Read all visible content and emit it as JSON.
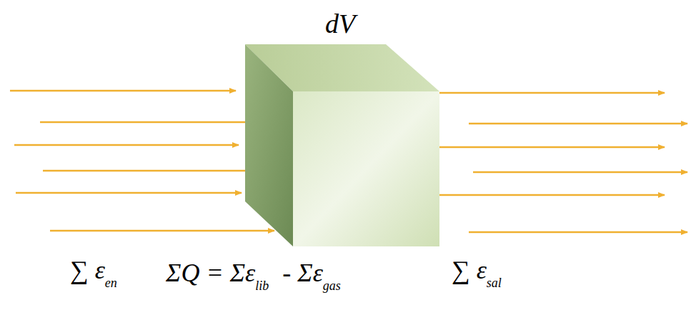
{
  "diagram": {
    "labels": [
      "dV",
      "∑ ε",
      "en",
      "ΣQ = Σε",
      "lib",
      " - Σε",
      "gas",
      "∑ ε",
      "sal"
    ]
  }
}
